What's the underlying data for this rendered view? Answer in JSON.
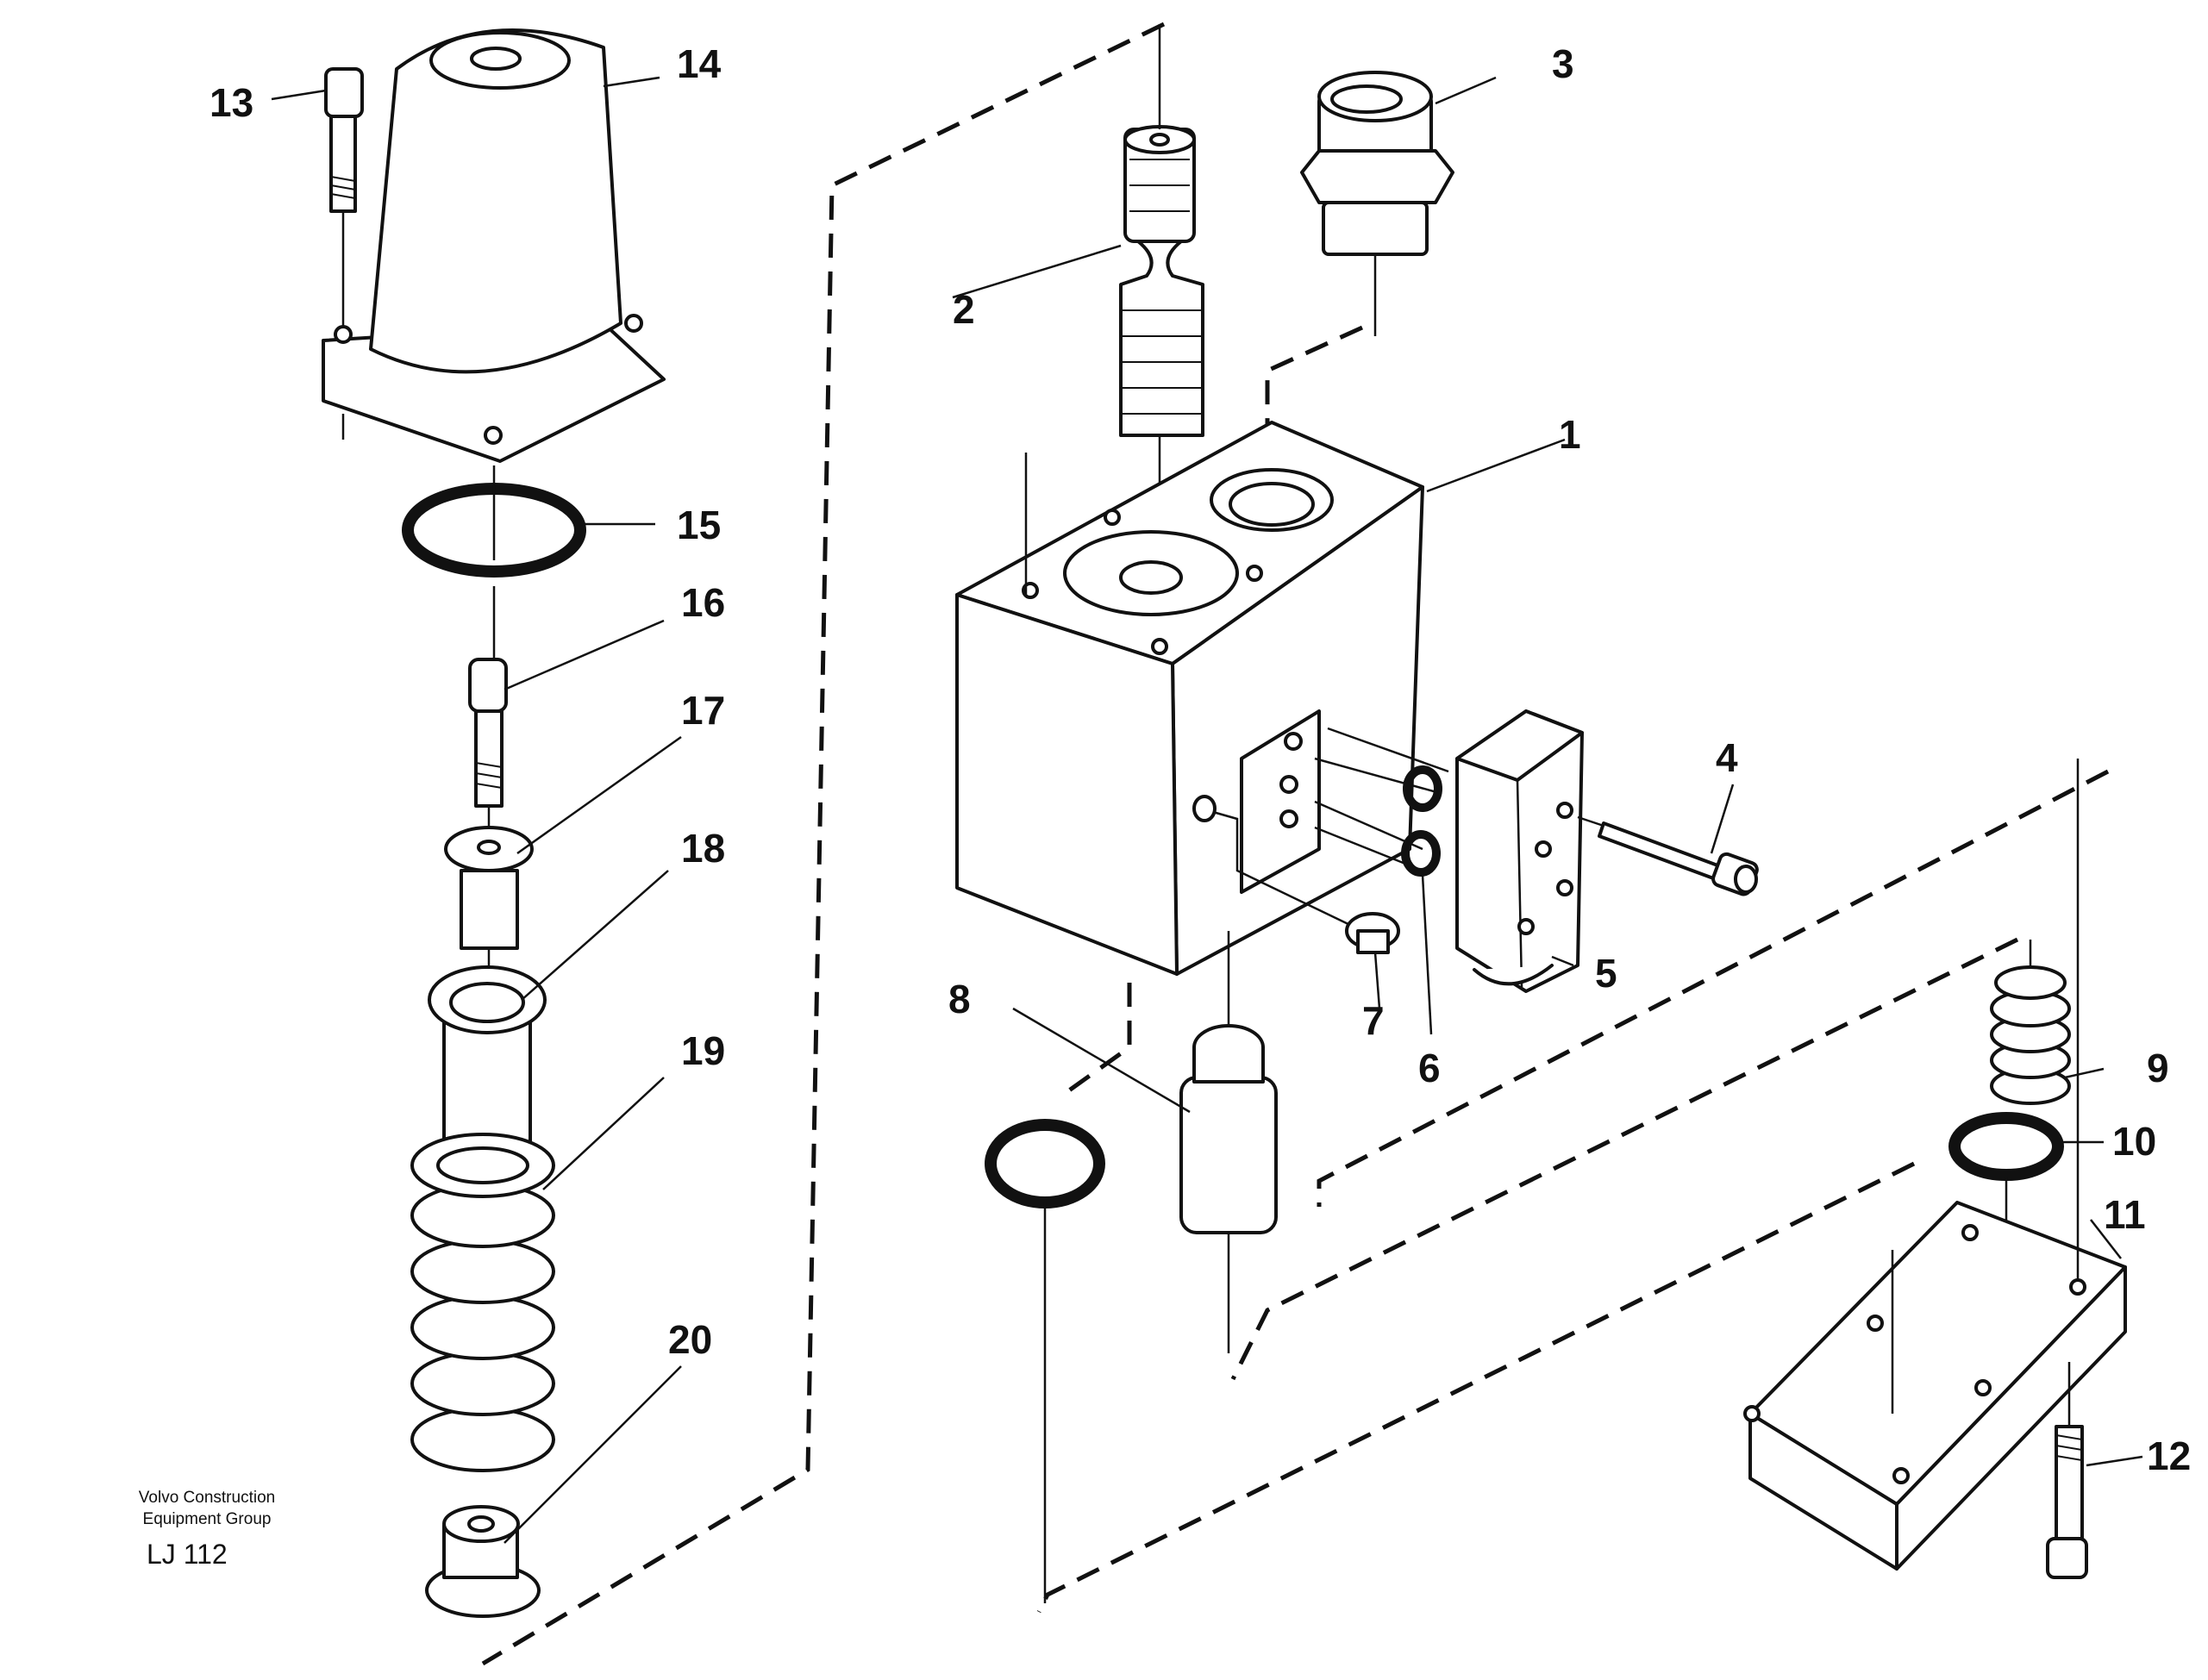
{
  "diagram": {
    "caption_line1": "Volvo Construction",
    "caption_line2": "Equipment Group",
    "drawing_code": "LJ 112",
    "callouts": [
      "1",
      "2",
      "3",
      "4",
      "5",
      "6",
      "7",
      "8",
      "9",
      "10",
      "11",
      "12",
      "13",
      "14",
      "15",
      "16",
      "17",
      "18",
      "19",
      "20"
    ]
  }
}
